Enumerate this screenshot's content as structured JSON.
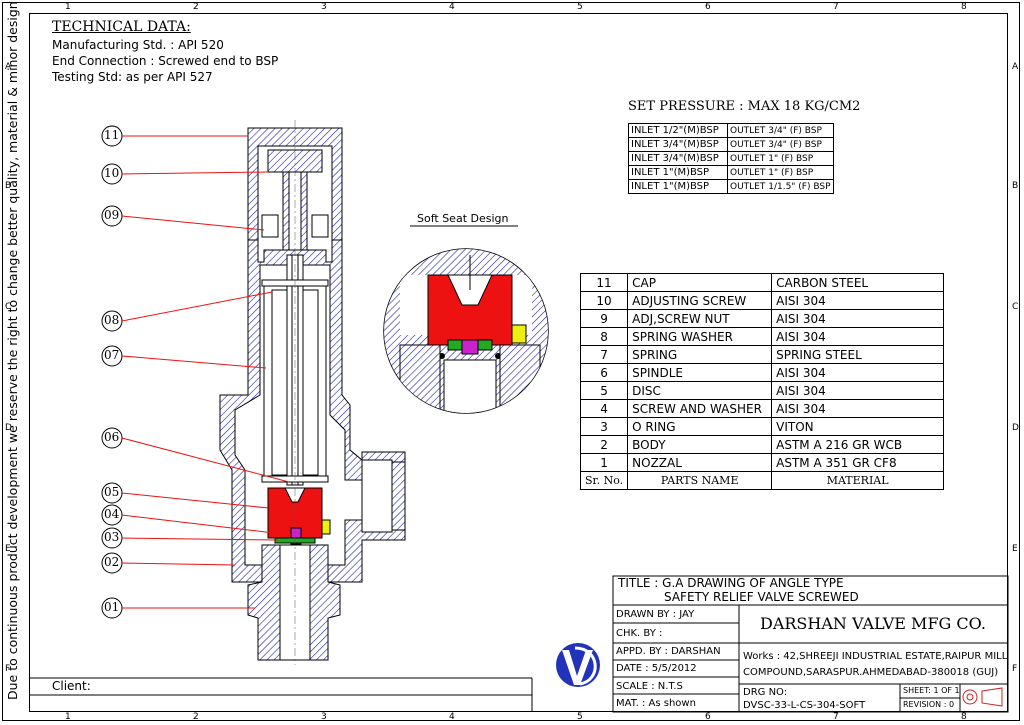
{
  "border": {
    "columns": [
      "1",
      "2",
      "3",
      "4",
      "5",
      "6",
      "7",
      "8"
    ],
    "rows": [
      "A",
      "B",
      "C",
      "D",
      "E",
      "F"
    ],
    "side_note": "Due to continuous product development we reserve the right to change better quality, material & minor design changes This drawing shall not be copied or reproduced in any form without the prior written permission of the company"
  },
  "technical_data": {
    "heading": "TECHNICAL DATA:",
    "lines": [
      "Manufacturing Std. : API 520",
      "End Connection : Screwed end to BSP",
      "Testing Std: as per API 527"
    ]
  },
  "set_pressure": "SET PRESSURE : MAX 18 KG/CM2",
  "inlet_outlet": [
    [
      "INLET 1/2\"(M)BSP",
      "OUTLET 3/4\" (F) BSP"
    ],
    [
      "INLET 3/4\"(M)BSP",
      "OUTLET 3/4\" (F) BSP"
    ],
    [
      "INLET 3/4\"(M)BSP",
      "OUTLET 1\" (F) BSP"
    ],
    [
      "INLET 1\"(M)BSP",
      "OUTLET 1\" (F) BSP"
    ],
    [
      "INLET 1\"(M)BSP",
      "OUTLET 1/1.5\" (F) BSP"
    ]
  ],
  "soft_seat_label": "Soft Seat Design",
  "balloons": [
    "11",
    "10",
    "09",
    "08",
    "07",
    "06",
    "05",
    "04",
    "03",
    "02",
    "01"
  ],
  "parts_table": {
    "rows": [
      [
        "11",
        "CAP",
        "CARBON STEEL"
      ],
      [
        "10",
        "ADJUSTING SCREW",
        "AISI 304"
      ],
      [
        "9",
        "ADJ,SCREW NUT",
        "AISI 304"
      ],
      [
        "8",
        "SPRING WASHER",
        "AISI 304"
      ],
      [
        "7",
        "SPRING",
        "SPRING STEEL"
      ],
      [
        "6",
        "SPINDLE",
        "AISI 304"
      ],
      [
        "5",
        "DISC",
        "AISI 304"
      ],
      [
        "4",
        "SCREW AND WASHER",
        "AISI 304"
      ],
      [
        "3",
        "O RING",
        "VITON"
      ],
      [
        "2",
        "BODY",
        "ASTM A 216 GR WCB"
      ],
      [
        "1",
        "NOZZAL",
        "ASTM A 351 GR CF8"
      ]
    ],
    "header": [
      "Sr. No.",
      "PARTS NAME",
      "MATERIAL"
    ]
  },
  "title_block": {
    "title_line1": "TITLE : G.A DRAWING OF ANGLE TYPE",
    "title_line2": "SAFETY RELIEF VALVE SCREWED",
    "drawn_by": "DRAWN BY : JAY",
    "chk_by": "CHK. BY :",
    "appd_by": "APPD. BY : DARSHAN",
    "date": "DATE : 5/5/2012",
    "scale": "SCALE : N.T.S",
    "mat": "MAT. : As shown",
    "company": "DARSHAN VALVE MFG CO.",
    "address_line1": "Works : 42,SHREEJI INDUSTRIAL ESTATE,RAIPUR MILL",
    "address_line2": "COMPOUND,SARASPUR.AHMEDABAD-380018 (GUJ)",
    "drg_label": "DRG NO:",
    "drg_no": "DVSC-33-L-CS-304-SOFT",
    "sheet": "SHEET: 1 OF 1",
    "revision": "REVISION : 0",
    "client": "Client:"
  },
  "colors": {
    "hatch": "#2222aa",
    "disc": "#ee1111",
    "leader": "#ee1111",
    "oring": "#22aa22",
    "screw": "#cc22cc",
    "seal": "#eeee11",
    "logo": "#2233bb"
  }
}
